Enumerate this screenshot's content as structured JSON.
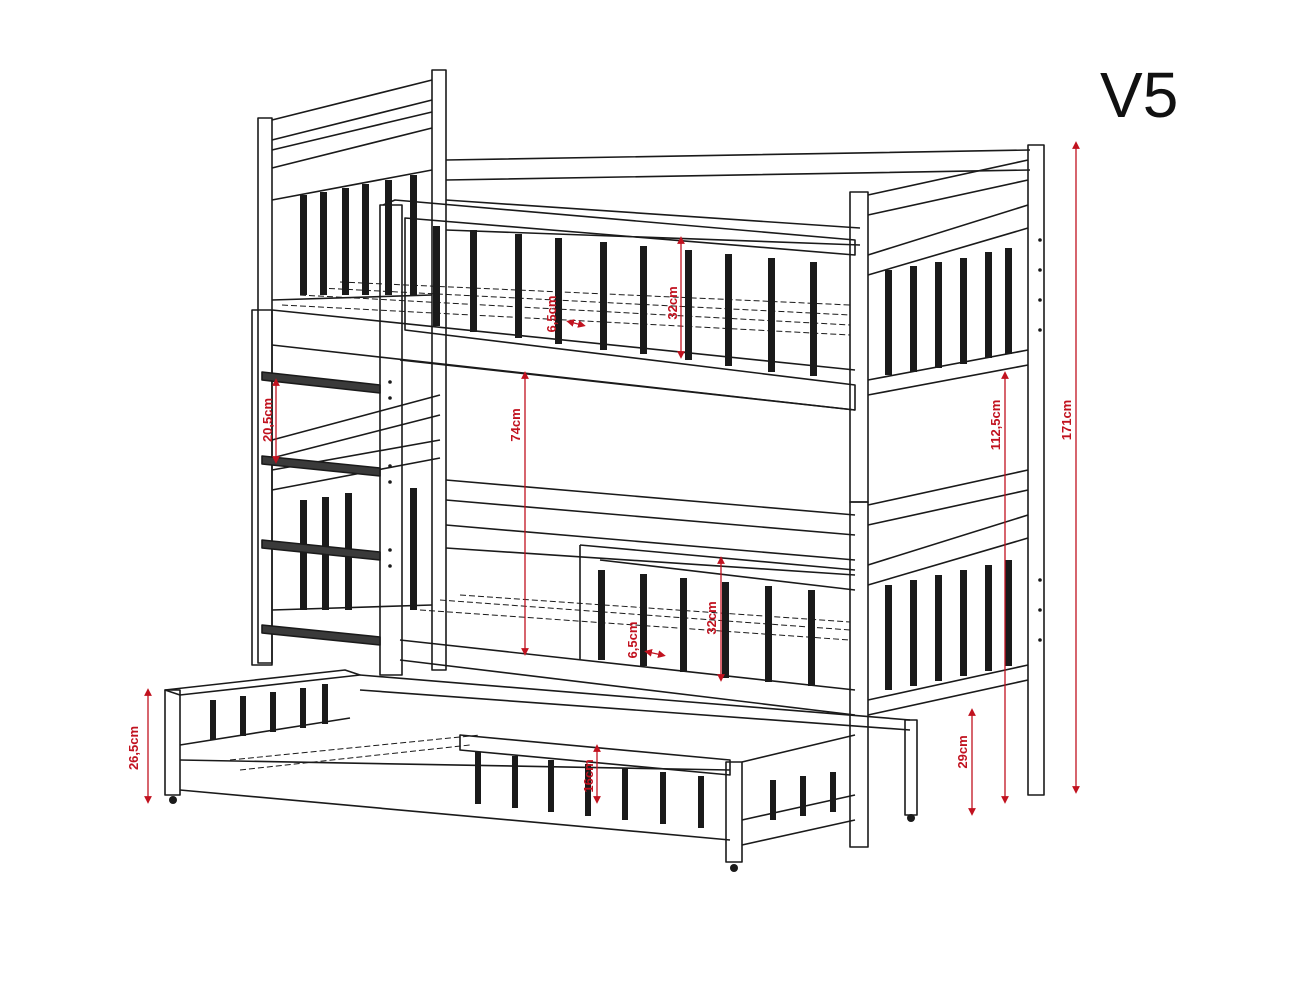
{
  "model_label": "V5",
  "colors": {
    "outline": "#1a1a1a",
    "dimension": "#c1121f",
    "background": "#ffffff"
  },
  "dimensions": {
    "slat_gap_top": "6,5cm",
    "rail_height_top": "32cm",
    "ladder_step": "20,5cm",
    "bed_clearance": "74cm",
    "upper_bed_height": "112,5cm",
    "total_height": "171cm",
    "slat_gap_bottom": "6,5cm",
    "rail_height_bottom": "32cm",
    "trundle_height": "26,5cm",
    "trundle_rail": "16cm",
    "lower_bed_height": "29cm"
  }
}
